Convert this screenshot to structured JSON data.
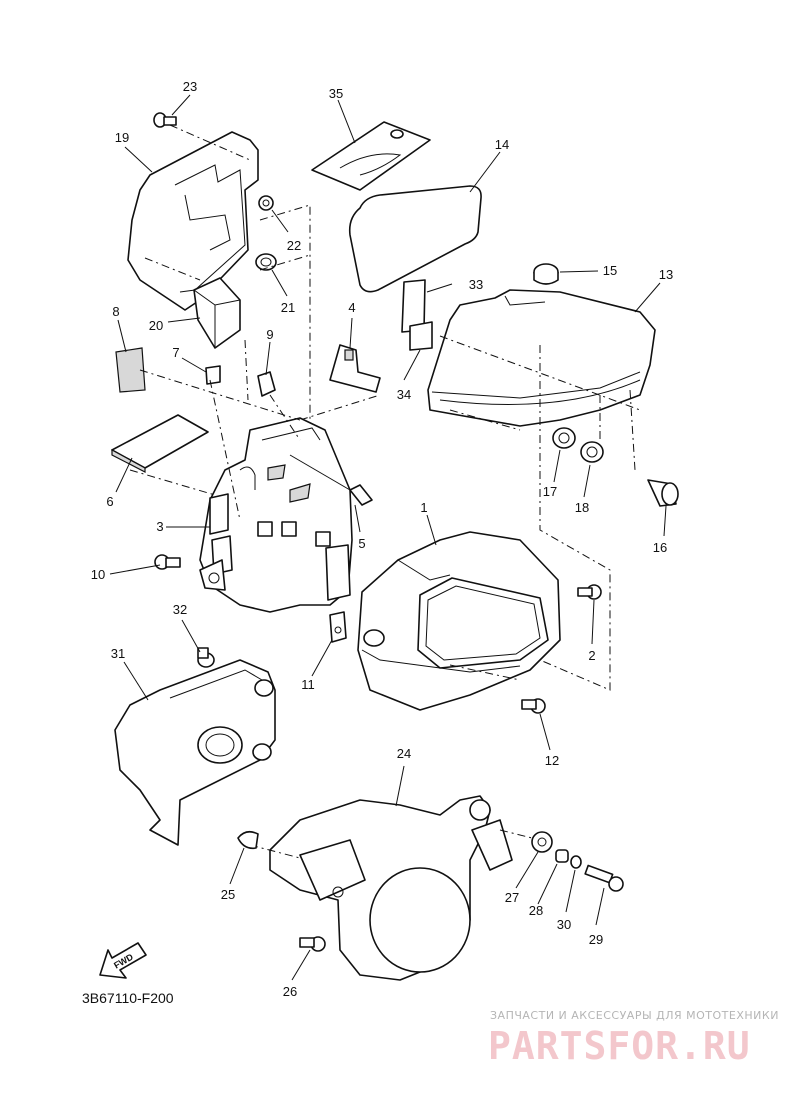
{
  "diagram": {
    "labels": [
      "1",
      "2",
      "3",
      "4",
      "5",
      "6",
      "7",
      "8",
      "9",
      "10",
      "11",
      "12",
      "13",
      "14",
      "15",
      "16",
      "17",
      "18",
      "19",
      "20",
      "21",
      "22",
      "23",
      "24",
      "25",
      "26",
      "27",
      "28",
      "29",
      "30",
      "31",
      "32",
      "33",
      "34",
      "35"
    ],
    "arrow_text": "FWD",
    "code": "3B67110-F200"
  },
  "watermark": {
    "tagline": "ЗАПЧАСТИ И АКСЕССУАРЫ ДЛЯ МОТОТЕХНИКИ",
    "logo": "PARTSFOR.RU"
  }
}
